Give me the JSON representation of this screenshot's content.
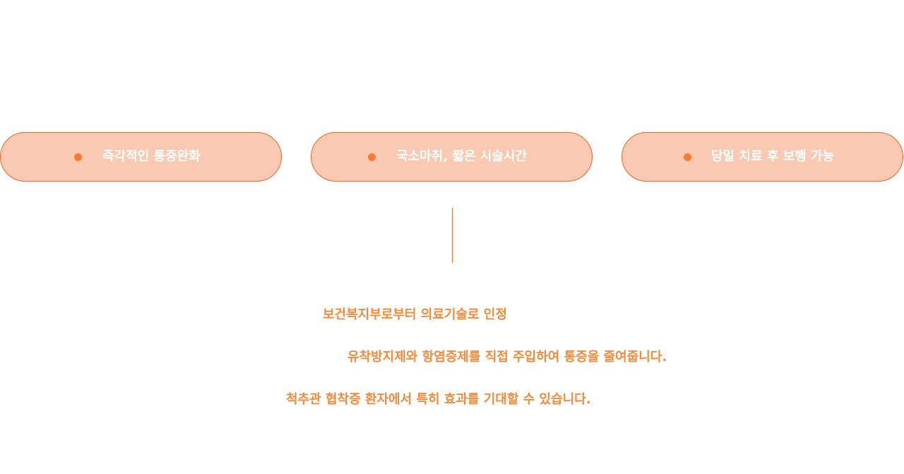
{
  "features": [
    {
      "label": "즉각적인 통증완화",
      "bullet_icon": "dot-icon"
    },
    {
      "label": "국소마취, 짧은 시술시간",
      "bullet_icon": "dot-icon"
    },
    {
      "label": "당일 치료 후 보행 가능",
      "bullet_icon": "dot-icon"
    }
  ],
  "description": {
    "line1": "보건복지부로부터 의료기술로 인정",
    "line2": "유착방지제와 항염증제를 직접 주입하여 통증을 줄여줍니다.",
    "line3": "척추관 협착증 환자에서 특히 효과를 기대할 수 있습니다."
  },
  "colors": {
    "pill_background": "#f9c9b1",
    "pill_border": "#e8672a",
    "accent": "#ff7a2e",
    "description_text": "#f58a3c",
    "pill_text": "#ffffff"
  }
}
